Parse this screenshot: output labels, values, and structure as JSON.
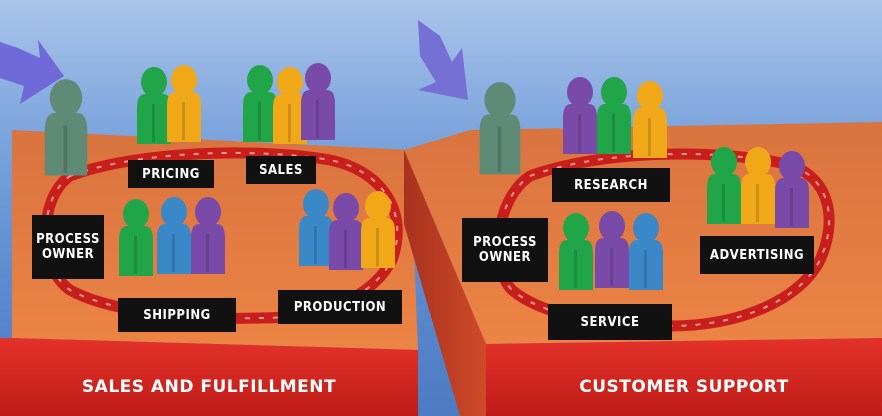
{
  "panels": [
    {
      "title": "SALES AND FULFILLMENT",
      "owner_label": "PROCESS OWNER",
      "groups": [
        {
          "label": "PRICING"
        },
        {
          "label": "SALES"
        },
        {
          "label": "SHIPPING"
        },
        {
          "label": "PRODUCTION"
        }
      ]
    },
    {
      "title": "CUSTOMER SUPPORT",
      "owner_label": "PROCESS OWNER",
      "groups": [
        {
          "label": "RESEARCH"
        },
        {
          "label": "ADVERTISING"
        },
        {
          "label": "SERVICE"
        }
      ]
    }
  ],
  "colors": {
    "platform": "#e8743c",
    "band": "#d8241e",
    "owner": "#5f8a76",
    "green": "#20a648",
    "yellow": "#f0a818",
    "purple": "#7a4aa8",
    "blue": "#3a88c8"
  }
}
